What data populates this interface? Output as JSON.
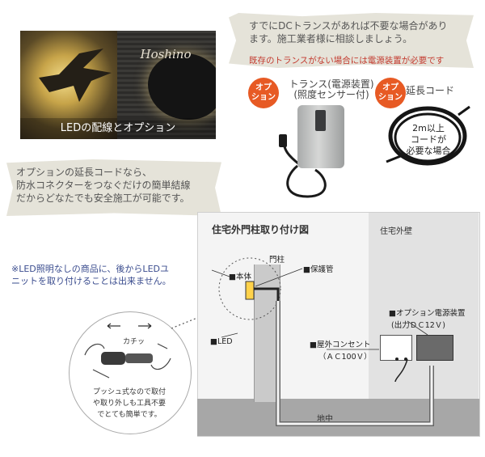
{
  "hero": {
    "plate_text": "Hoshino",
    "caption": "LEDの配線とオプション"
  },
  "note_top": {
    "line1": "すでにDCトランスがあれば不要な場合があり",
    "line2": "ます。施工業者様に相談しましょう。",
    "red": "既存のトランスがない場合には電源装置が必要です"
  },
  "options": {
    "badge_text_1": "オプ",
    "badge_text_2": "ション",
    "transformer_label_1": "トランス(電源装置)",
    "transformer_label_2": "(照度センサー付)",
    "cord_label": "延長コード",
    "cable_text_1": "2m以上",
    "cable_text_2": "コードが",
    "cable_text_3": "必要な場合"
  },
  "note_mid": {
    "line1": "オプションの延長コードなら、",
    "line2": "防水コネクターをつなぐだけの簡単結線",
    "line3": "だからどなたでも安全施工が可能です。"
  },
  "warning": {
    "line1": "※LED照明なしの商品に、後からLEDユ",
    "line2": "ニットを取り付けることは出来ません。"
  },
  "push": {
    "kachi": "カチッ",
    "line1": "プッシュ式なので取付",
    "line2": "や取り外しも工具不要",
    "line3": "でとても簡単です。"
  },
  "diagram": {
    "title": "住宅外門柱取り付け図",
    "wall": "住宅外壁",
    "pillar": "門柱",
    "body": "■本体",
    "protect": "■保護管",
    "led": "■LED",
    "outlet_1": "■屋外コンセント",
    "outlet_2": "（ＡＣ100Ｖ）",
    "psu_1": "■オプション電源装置",
    "psu_2": "(出力ＤＣ12Ｖ)",
    "ground": "地中"
  },
  "colors": {
    "badge": "#e75a24",
    "red_text": "#c33a2e",
    "blue_text": "#3a4c8e"
  }
}
